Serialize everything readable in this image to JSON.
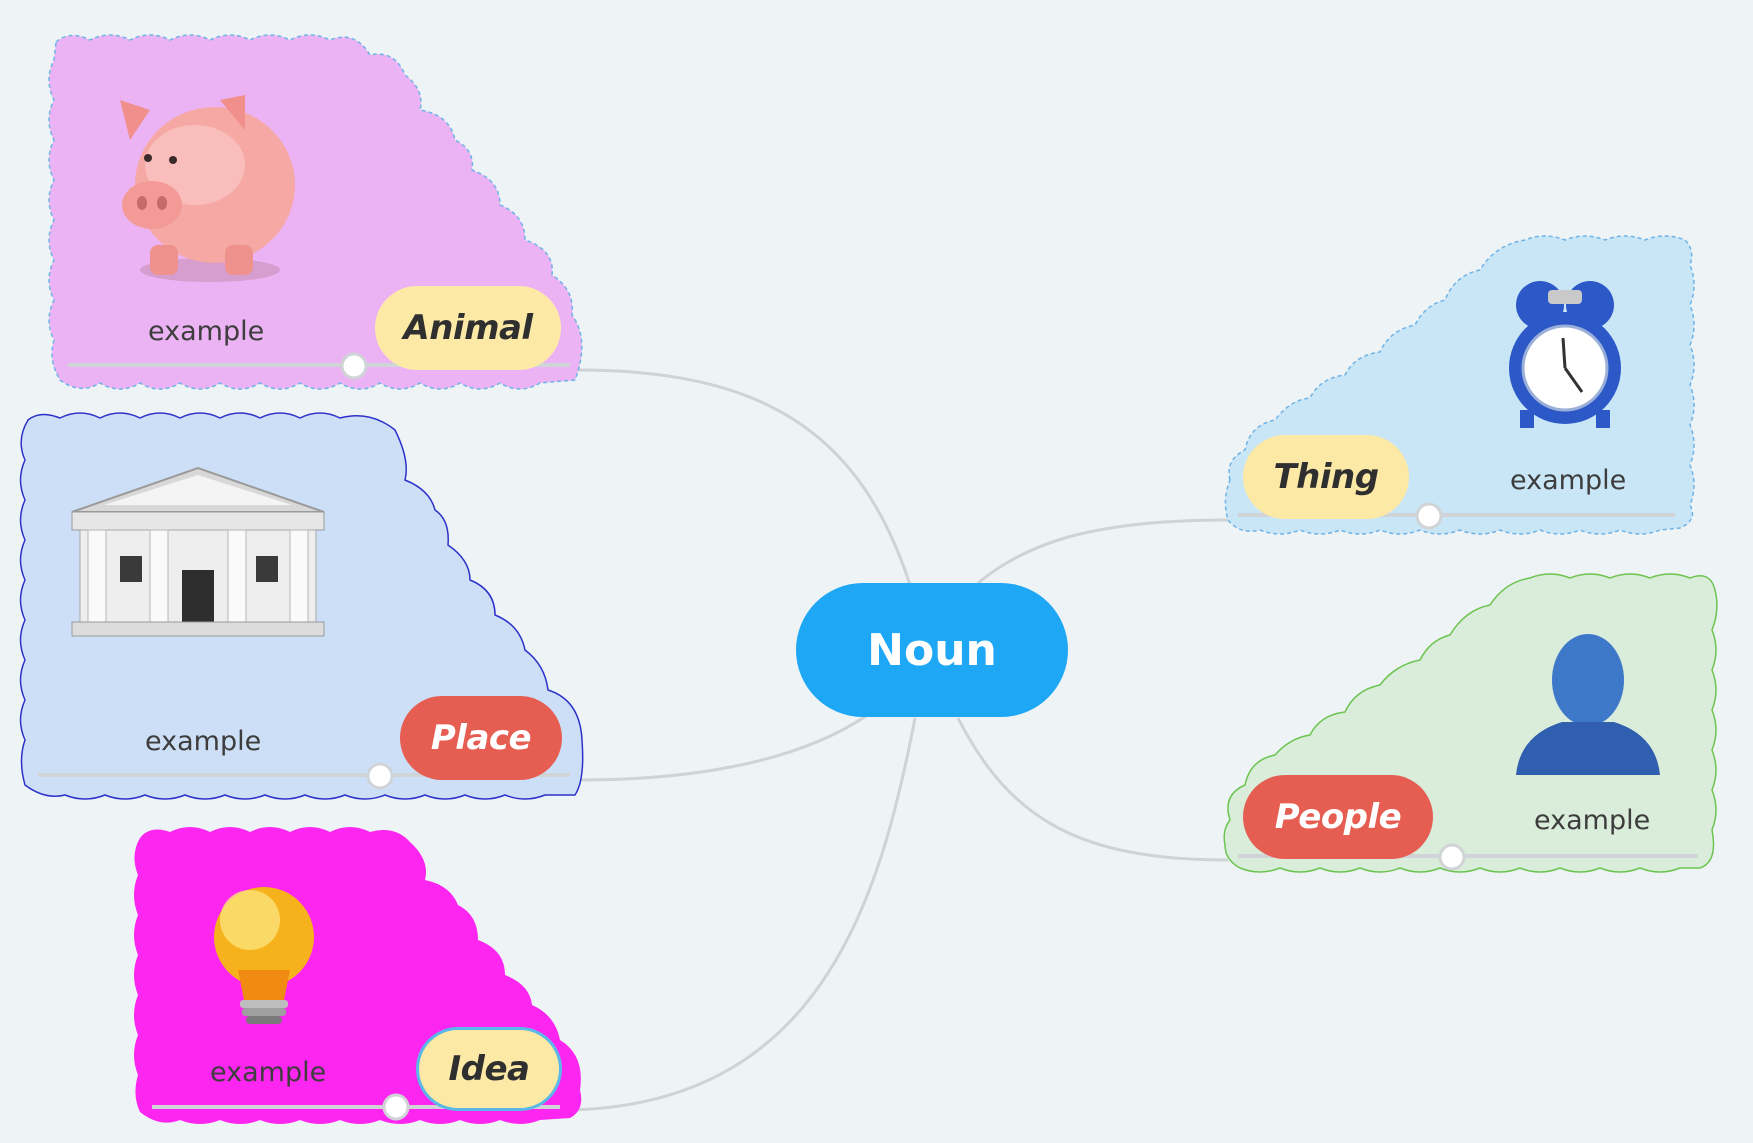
{
  "central_topic": "Noun",
  "branches": [
    {
      "key": "animal",
      "label": "Animal",
      "example": "example",
      "icon": "piggy-bank-icon"
    },
    {
      "key": "place",
      "label": "Place",
      "example": "example",
      "icon": "building-icon"
    },
    {
      "key": "idea",
      "label": "Idea",
      "example": "example",
      "icon": "lightbulb-icon"
    },
    {
      "key": "thing",
      "label": "Thing",
      "example": "example",
      "icon": "alarm-clock-icon"
    },
    {
      "key": "people",
      "label": "People",
      "example": "example",
      "icon": "person-silhouette-icon"
    }
  ],
  "colors": {
    "background": "#eef3f6",
    "central": "#1ea7f5",
    "connector": "#cfd3d6",
    "animal_cloud": "#ecb3f4",
    "place_cloud": "#cddff6",
    "idea_cloud": "#fd26f0",
    "thing_cloud": "#c9e6f7",
    "people_cloud": "#daedda",
    "pill_yellow": "#fde9a6",
    "pill_red": "#e65d52"
  }
}
